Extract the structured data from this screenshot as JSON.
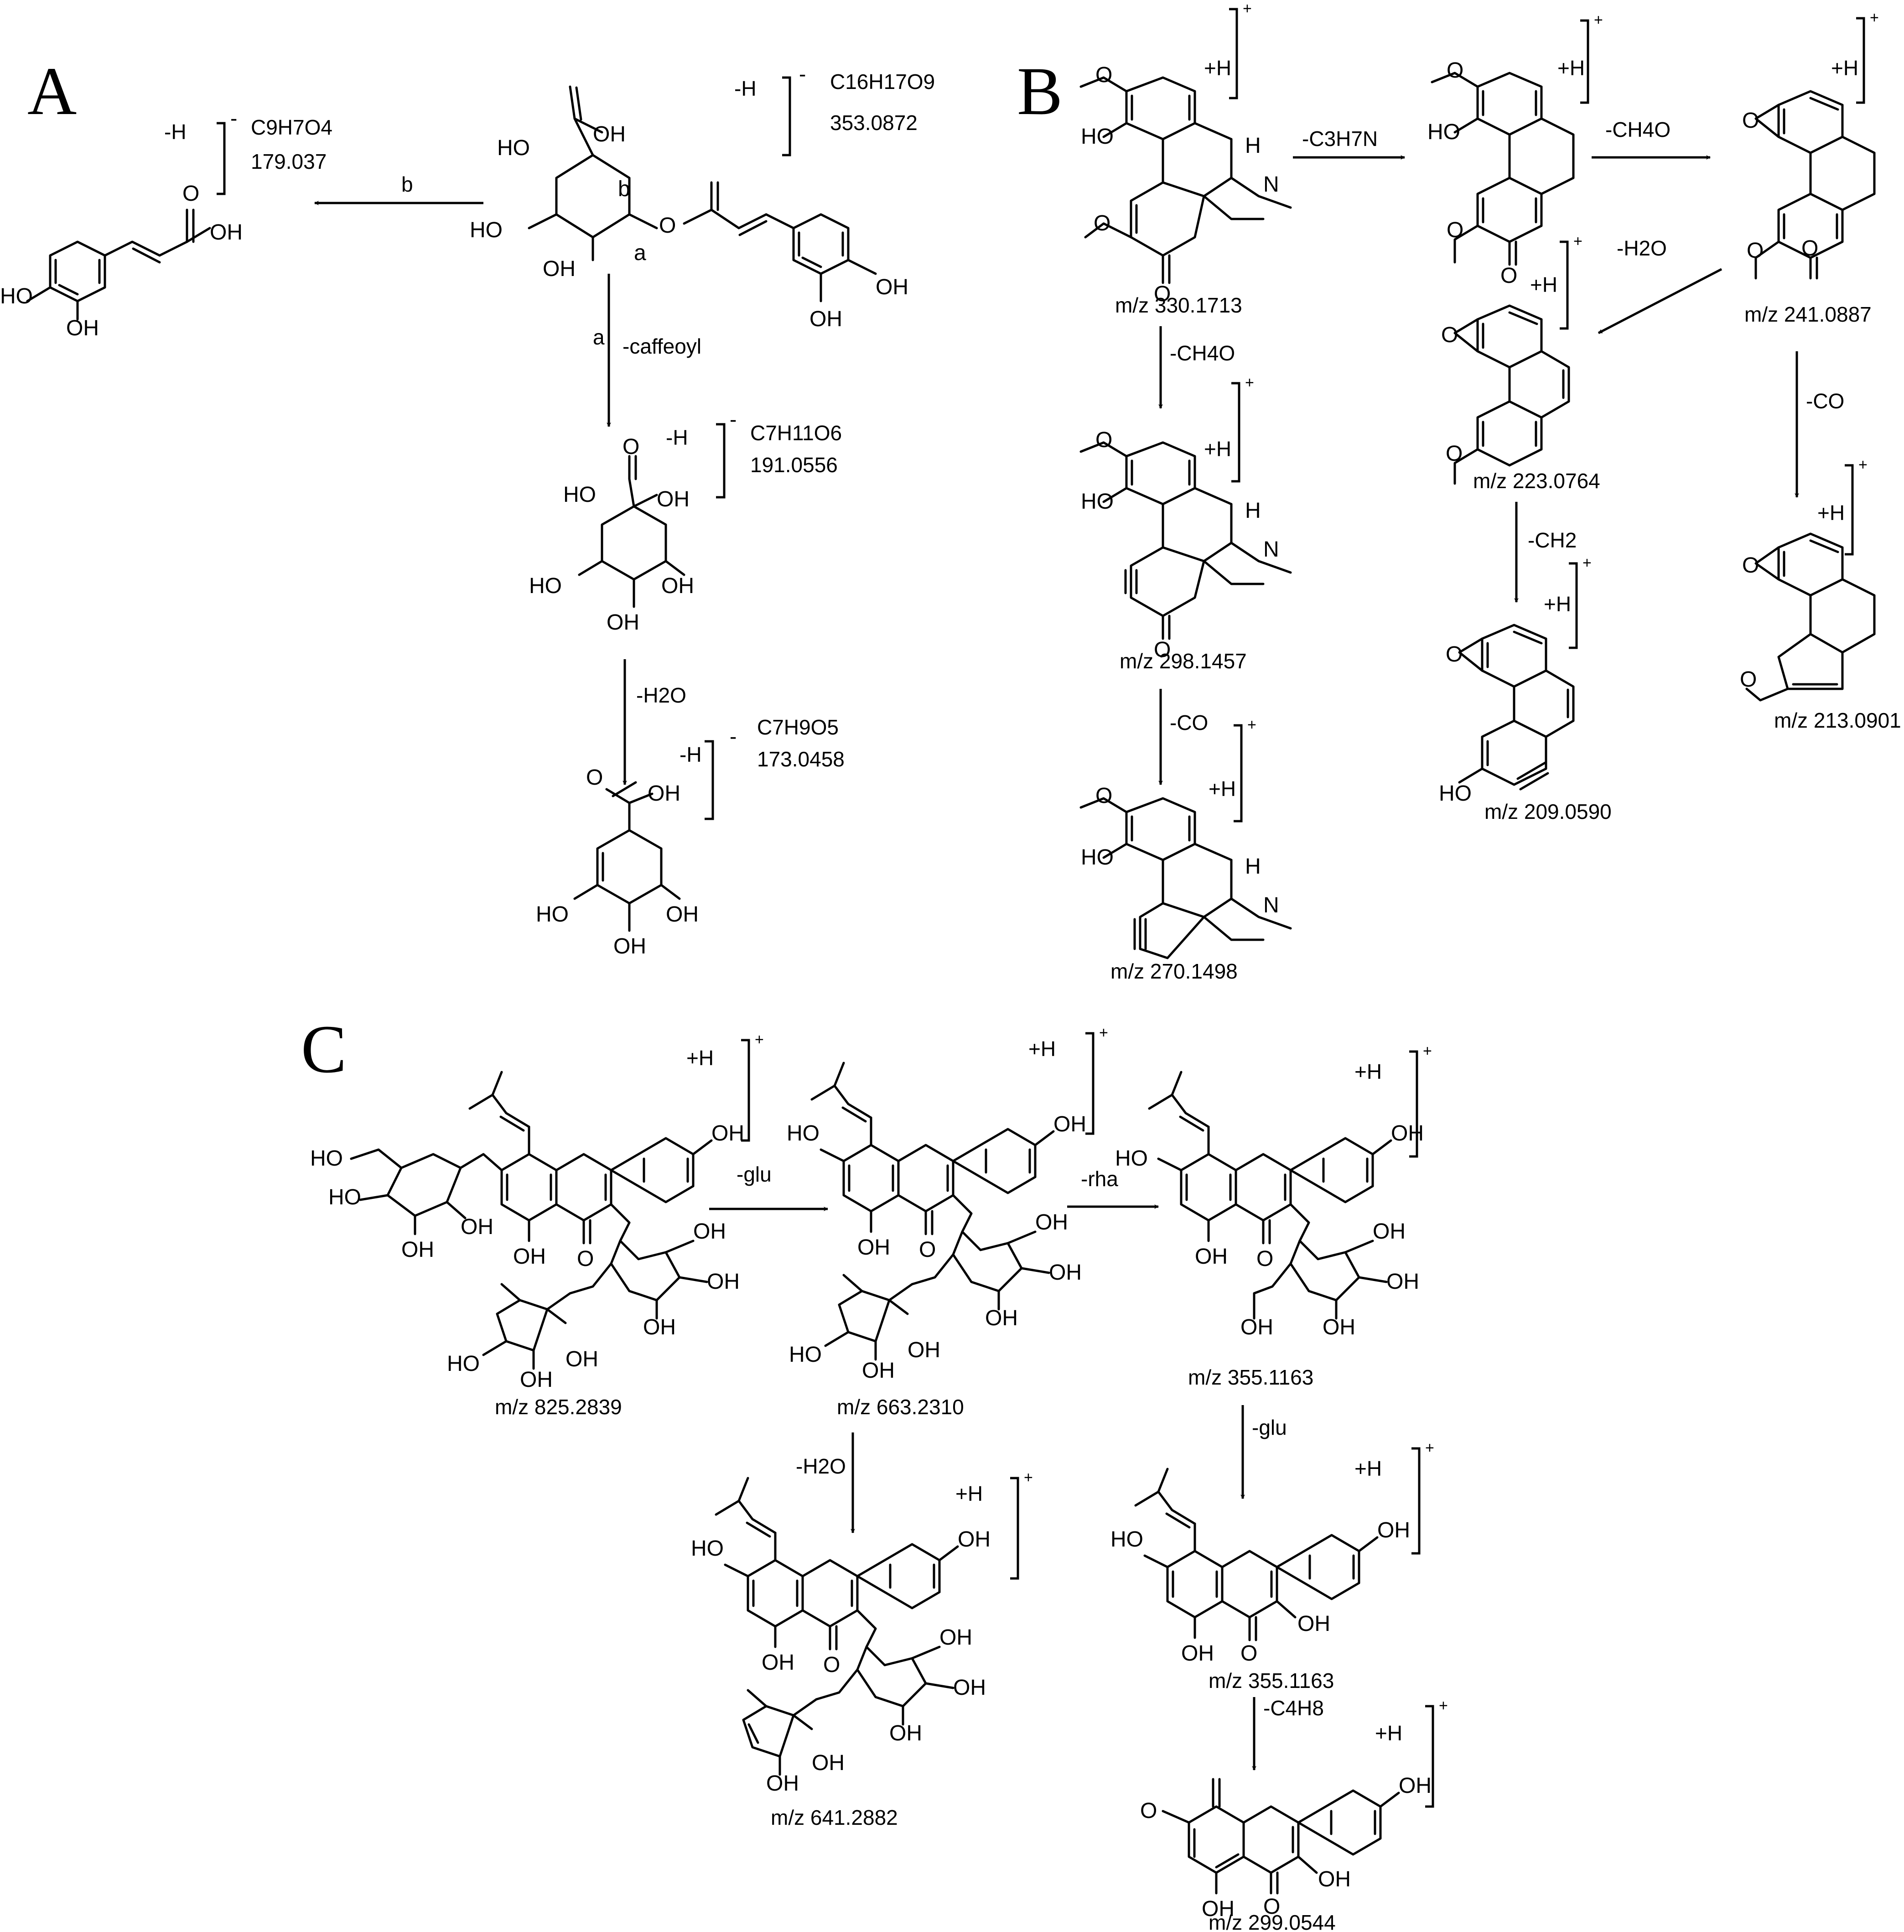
{
  "panels": {
    "a": "A",
    "b": "B",
    "c": "C"
  },
  "panel_a": {
    "precursor": {
      "adduct": "-H",
      "charge": "-",
      "formula": "C16H17O9",
      "mz": "353.0872"
    },
    "frag_caffeic": {
      "adduct": "-H",
      "charge": "-",
      "formula": "C9H7O4",
      "mz": "179.037"
    },
    "frag_quinic": {
      "adduct": "-H",
      "charge": "-",
      "formula": "C7H11O6",
      "mz": "191.0556"
    },
    "frag_dehydro": {
      "adduct": "-H",
      "charge": "-",
      "formula": "C7H9O5",
      "mz": "173.0458"
    },
    "arrows": {
      "to_caffeic": "b",
      "to_quinic_site": "a",
      "to_quinic": "-caffeoyl",
      "to_dehydro": "-H2O"
    },
    "cleavage_sites": {
      "a": "a",
      "b": "b"
    }
  },
  "panel_b": {
    "ions": {
      "m330": "m/z 330.1713",
      "m298": "m/z 298.1457",
      "m270": "m/z 270.1498",
      "m241": "m/z 241.0887",
      "m223": "m/z 223.0764",
      "m209": "m/z 209.0590",
      "m213": "m/z 213.0901"
    },
    "adduct": "+H",
    "charge": "+",
    "losses": {
      "c3h7n": "-C3H7N",
      "ch4o_top": "-CH4O",
      "ch4o_left": "-CH4O",
      "h2o": "-H2O",
      "co_left": "-CO",
      "co_right": "-CO",
      "ch2": "-CH2"
    }
  },
  "panel_c": {
    "ions": {
      "m825": "m/z 825.2839",
      "m663": "m/z 663.2310",
      "m355a": "m/z 355.1163",
      "m641": "m/z 641.2882",
      "m355b": "m/z 355.1163",
      "m299": "m/z 299.0544"
    },
    "adduct": "+H",
    "charge": "+",
    "losses": {
      "glu1": "-glu",
      "rha": "-rha",
      "h2o": "-H2O",
      "glu2": "-glu",
      "c4h8": "-C4H8"
    }
  },
  "atoms": {
    "oh": "OH",
    "ho": "HO",
    "o": "O",
    "n": "N",
    "h": "H",
    "oxygen": "O"
  }
}
